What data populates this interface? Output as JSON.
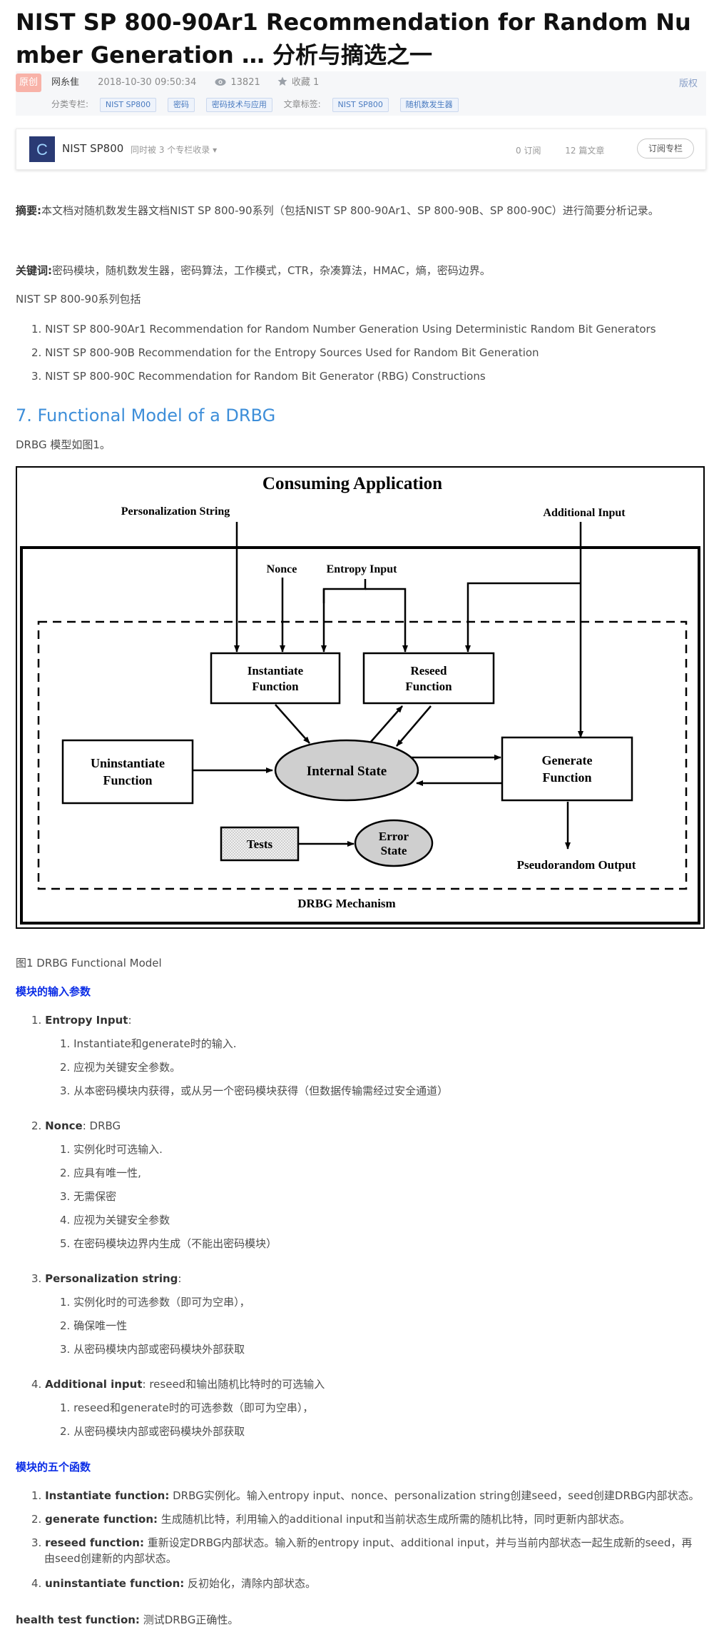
{
  "article": {
    "title": "NIST SP 800-90Ar1 Recommendation for Random Number Generation … 分析与摘选之一",
    "badge": "原创",
    "author": "网糸隹",
    "date": "2018-10-30 09:50:34",
    "views": "13821",
    "favorites": "收藏 1",
    "copyright": "版权",
    "category_label": "分类专栏:",
    "categories": [
      "NIST SP800",
      "密码",
      "密码技术与应用"
    ],
    "tags_label": "文章标签:",
    "tags": [
      "NIST SP800",
      "随机数发生器"
    ]
  },
  "column": {
    "logo_letter": "C",
    "name": "NIST SP800",
    "sub": "同时被 3 个专栏收录 ▾",
    "subscribers": "0 订阅",
    "articles": "12 篇文章",
    "subscribe_button": "订阅专栏"
  },
  "content": {
    "abstract_label": "摘要:",
    "abstract_text": "本文档对随机数发生器文档NIST SP 800-90系列（包括NIST SP 800-90Ar1、SP 800-90B、SP 800-90C）进行简要分析记录。",
    "keywords_label": "关键词:",
    "keywords_text": "密码模块，随机数发生器，密码算法，工作模式，CTR，杂凑算法，HMAC，熵，密码边界。",
    "series_intro": "NIST SP 800-90系列包括",
    "series": [
      "1. NIST SP 800-90Ar1 Recommendation for Random Number Generation Using Deterministic Random Bit Generators",
      "2. NIST SP 800-90B Recommendation for the Entropy Sources Used for Random Bit Generation",
      "3. NIST SP 800-90C Recommendation for Random Bit Generator (RBG) Constructions"
    ],
    "section_heading": "7. Functional Model of a DRBG",
    "model_intro": "DRBG 模型如图1。",
    "figure_caption": "图1 DRBG Functional Model",
    "inputs_heading": "模块的输入参数",
    "inputs": [
      {
        "num": "1.",
        "label": "Entropy Input",
        "text": ":",
        "items": [
          "1. Instantiate和generate时的输入.",
          "2. 应视为关键安全参数。",
          "3. 从本密码模块内获得，或从另一个密码模块获得（但数据传输需经过安全通道）"
        ]
      },
      {
        "num": "2.",
        "label": "Nonce",
        "text": ": DRBG",
        "items": [
          "1. 实例化时可选输入.",
          "2. 应具有唯一性,",
          "3. 无需保密",
          "4. 应视为关键安全参数",
          "5. 在密码模块边界内生成（不能出密码模块）"
        ]
      },
      {
        "num": "3.",
        "label": "Personalization string",
        "text": ":",
        "items": [
          "1. 实例化时的可选参数（即可为空串），",
          "2. 确保唯一性",
          "3. 从密码模块内部或密码模块外部获取"
        ]
      },
      {
        "num": "4.",
        "label": "Additional input",
        "text": ": reseed和输出随机比特时的可选输入",
        "items": [
          "1. reseed和generate时的可选参数（即可为空串），",
          "2. 从密码模块内部或密码模块外部获取"
        ]
      }
    ],
    "functions_heading": "模块的五个函数",
    "functions": [
      {
        "num": "1.",
        "label": "Instantiate function:",
        "text": " DRBG实例化。输入entropy input、nonce、personalization string创建seed，seed创建DRBG内部状态。",
        "text2": ""
      },
      {
        "num": "2.",
        "label": "generate function:",
        "text": "  生成随机比特，利用输入的additional input和当前状态生成所需的随机比特，同时更新内部状态。",
        "text2": ""
      },
      {
        "num": "3.",
        "label": "reseed function:",
        "text": " 重新设定DRBG内部状态。输入新的entropy input、additional input，并与当前内部状态一起生成新的seed，再",
        "text2": "由seed创建新的内部状态。"
      },
      {
        "num": "4.",
        "label": "uninstantiate function:",
        "text": " 反初始化，清除内部状态。",
        "text2": ""
      }
    ],
    "health_label": "health test function:",
    "health_text": " 测试DRBG正确性。"
  },
  "diagram": {
    "title": "Consuming Application",
    "personalization": "Personalization String",
    "additional": "Additional Input",
    "nonce": "Nonce",
    "entropy": "Entropy Input",
    "instantiate_l1": "Instantiate",
    "instantiate_l2": "Function",
    "reseed_l1": "Reseed",
    "reseed_l2": "Function",
    "uninstantiate_l1": "Uninstantiate",
    "uninstantiate_l2": "Function",
    "internal_state": "Internal State",
    "generate_l1": "Generate",
    "generate_l2": "Function",
    "tests": "Tests",
    "error_l1": "Error",
    "error_l2": "State",
    "pseudorandom": "Pseudorandom Output",
    "mechanism": "DRBG Mechanism"
  }
}
